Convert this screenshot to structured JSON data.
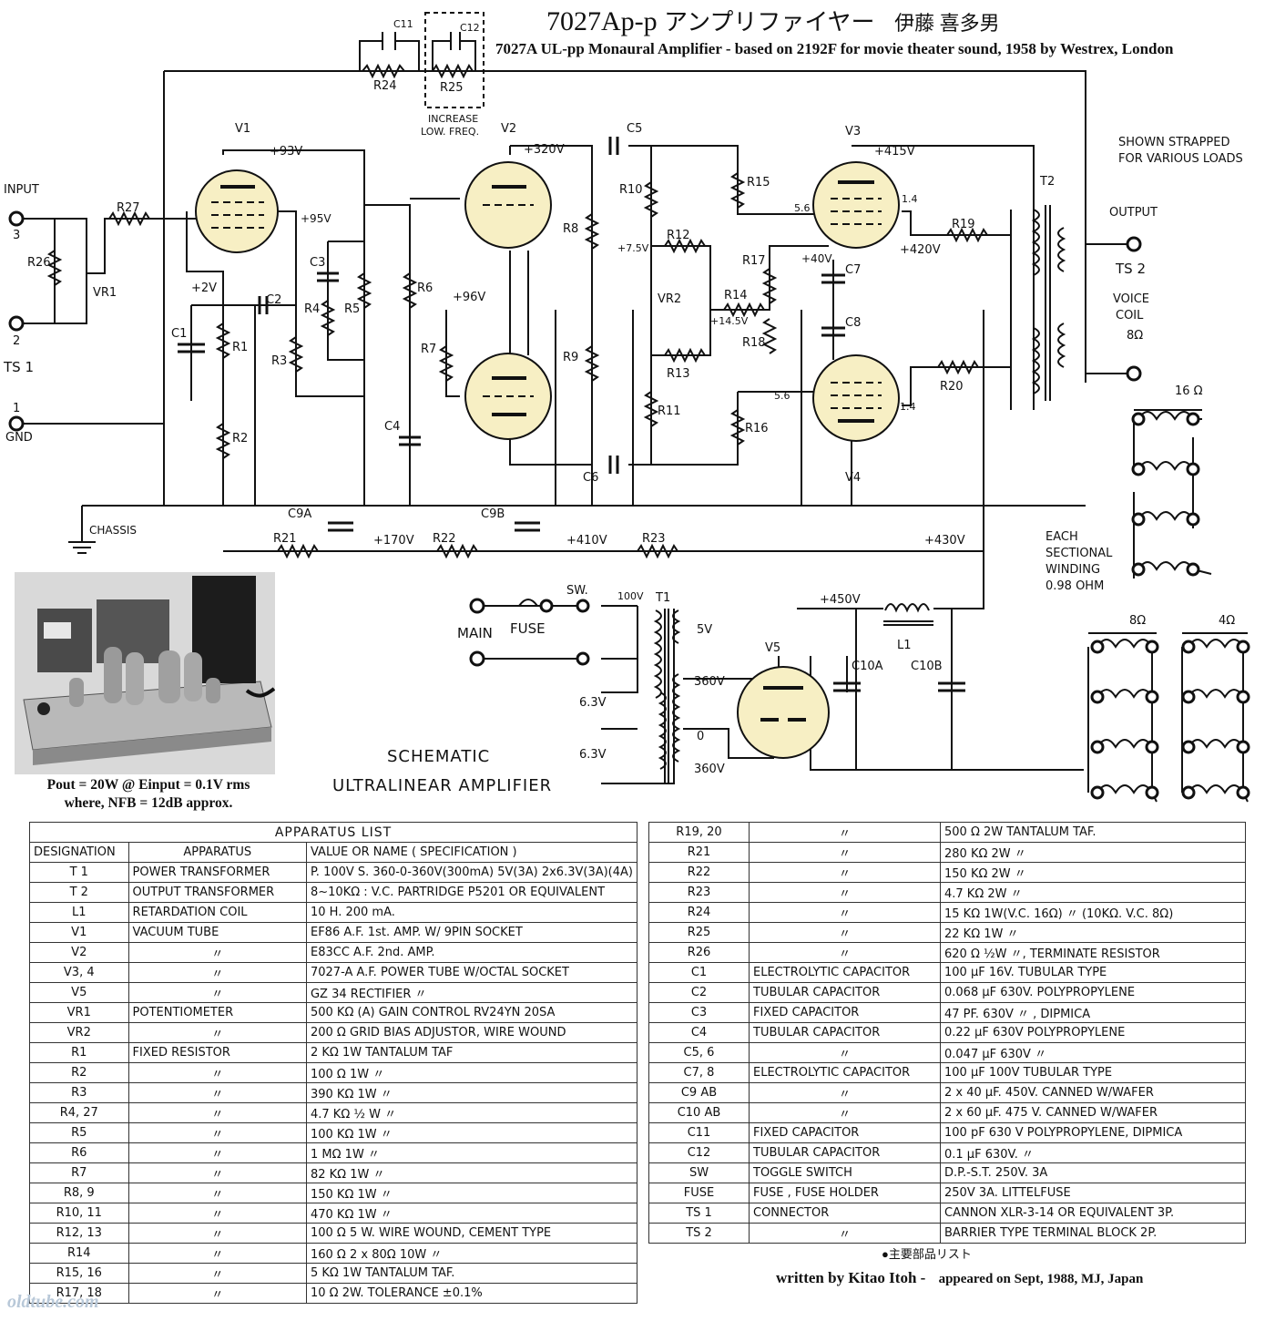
{
  "header": {
    "title": "7027Ap-p",
    "title_jp": "アンプリファイヤー",
    "author_jp": "伊藤 喜多男",
    "subtitle": "7027A UL-pp Monaural Amplifier - based on 2192F for movie theater sound, 1958 by Westrex, London"
  },
  "schematic": {
    "labels": {
      "input": "INPUT",
      "ts1": "TS 1",
      "gnd": "GND",
      "pin3": "3",
      "pin2": "2",
      "pin1": "1",
      "r26": "R26",
      "vr1": "VR1",
      "r27": "R27",
      "chassis": "CHASSIS",
      "v1": "V1",
      "v2": "V2",
      "v3": "V3",
      "v4": "V4",
      "v5": "V5",
      "plus93": "+93V",
      "plus95": "+95V",
      "plus2": "+2V",
      "plus320": "+320V",
      "plus96": "+96V",
      "plus415": "+415V",
      "plus420": "+420V",
      "plus40": "+40V",
      "plus7_5": "+7.5V",
      "plus14_5": "+14.5V",
      "plus170": "+170V",
      "plus410": "+410V",
      "plus430": "+430V",
      "plus450": "+450V",
      "c11": "C11",
      "c12": "C12",
      "r24": "R24",
      "r25": "R25",
      "increase": "INCREASE",
      "lowfreq": "LOW. FREQ.",
      "c1": "C1",
      "c2": "C2",
      "c3": "C3",
      "c4": "C4",
      "c5": "C5",
      "c6": "C6",
      "c7": "C7",
      "c8": "C8",
      "c9a": "C9A",
      "c9b": "C9B",
      "c10a": "C10A",
      "c10b": "C10B",
      "r1": "R1",
      "r2": "R2",
      "r3": "R3",
      "r4": "R4",
      "r5": "R5",
      "r6": "R6",
      "r7": "R7",
      "r8": "R8",
      "r9": "R9",
      "r10": "R10",
      "r11": "R11",
      "r12": "R12",
      "r13": "R13",
      "r14": "R14",
      "r15": "R15",
      "r16": "R16",
      "r17": "R17",
      "r18": "R18",
      "r19": "R19",
      "r20": "R20",
      "r21": "R21",
      "r22": "R22",
      "r23": "R23",
      "vr2": "VR2",
      "t2": "T2",
      "t1": "T1",
      "l1": "L1",
      "shown1": "SHOWN STRAPPED",
      "shown2": "FOR VARIOUS LOADS",
      "output": "OUTPUT",
      "ts2": "TS 2",
      "voice": "VOICE",
      "coil": "COIL",
      "ohm8": "8Ω",
      "ohm16": "16 Ω",
      "ohm8b": "8Ω",
      "ohm4": "4Ω",
      "each1": "EACH",
      "each2": "SECTIONAL",
      "each3": "WINDING",
      "each4": "0.98 OHM",
      "main": "MAIN",
      "fuse": "FUSE",
      "sw": "SW.",
      "v100": "100V",
      "v5v": "5V",
      "v360a": "360V",
      "v360b": "360V",
      "v0": "0",
      "v63a": "6.3V",
      "v63b": "6.3V",
      "p56a": "5.6",
      "p56b": "5.6",
      "p14a": "1.4",
      "p14b": "1.4"
    }
  },
  "photo": {
    "caption_line1": "Pout = 20W  @ Einput = 0.1V rms",
    "caption_line2": "where, NFB = 12dB approx."
  },
  "schematic_caption": {
    "line1": "SCHEMATIC",
    "line2": "ULTRALINEAR  AMPLIFIER"
  },
  "apparatus_list": {
    "title": "APPARATUS  LIST",
    "headers": [
      "DESIGNATION",
      "APPARATUS",
      "VALUE OR NAME    ( SPECIFICATION )"
    ],
    "left_rows": [
      [
        "T 1",
        "POWER TRANSFORMER",
        "P. 100V  S. 360-0-360V(300mA) 5V(3A) 2x6.3V(3A)(4A)"
      ],
      [
        "T 2",
        "OUTPUT TRANSFORMER",
        "8~10KΩ : V.C.  PARTRIDGE P5201 OR EQUIVALENT"
      ],
      [
        "L1",
        "RETARDATION COIL",
        "10 H.  200 mA."
      ],
      [
        "V1",
        "VACUUM  TUBE",
        "EF86      A.F. 1st. AMP.    W/ 9PIN SOCKET"
      ],
      [
        "V2",
        "〃",
        "E83CC     A.F. 2nd. AMP."
      ],
      [
        "V3, 4",
        "〃",
        "7027-A     A.F. POWER TUBE W/OCTAL  SOCKET"
      ],
      [
        "V5",
        "〃",
        "GZ 34          RECTIFIER                    〃"
      ],
      [
        "VR1",
        "POTENTIOMETER",
        "500 KΩ (A)  GAIN CONTROL  RV24YN 20SA"
      ],
      [
        "VR2",
        "〃",
        "200 Ω      GRID BIAS ADJUSTOR, WIRE WOUND"
      ],
      [
        "R1",
        "FIXED  RESISTOR",
        "2 KΩ        1W        TANTALUM    TAF"
      ],
      [
        "R2",
        "〃",
        "100 Ω        1W               〃"
      ],
      [
        "R3",
        "〃",
        "390 KΩ      1W               〃"
      ],
      [
        "R4, 27",
        "〃",
        "4.7 KΩ      ½ W              〃"
      ],
      [
        "R5",
        "〃",
        "100 KΩ      1W               〃"
      ],
      [
        "R6",
        "〃",
        "1 MΩ        1W               〃"
      ],
      [
        "R7",
        "〃",
        "82 KΩ       1W               〃"
      ],
      [
        "R8, 9",
        "〃",
        "150 KΩ      1W               〃"
      ],
      [
        "R10, 11",
        "〃",
        "470 KΩ      1W               〃"
      ],
      [
        "R12, 13",
        "〃",
        "100 Ω   5 W.   WIRE WOUND, CEMENT TYPE"
      ],
      [
        "R14",
        "〃",
        "160 Ω     2 x 80Ω  10W       〃"
      ],
      [
        "R15, 16",
        "〃",
        "5 KΩ        1W      TANTALUM    TAF."
      ],
      [
        "R17, 18",
        "〃",
        "10 Ω       2W.   TOLERANCE    ±0.1%"
      ]
    ],
    "right_rows": [
      [
        "R19, 20",
        "〃",
        "500 Ω        2W     TANTALUM    TAF."
      ],
      [
        "R21",
        "〃",
        "280 KΩ      2W              〃"
      ],
      [
        "R22",
        "〃",
        "150 KΩ      2W              〃"
      ],
      [
        "R23",
        "〃",
        "4.7 KΩ      2W              〃"
      ],
      [
        "R24",
        "〃",
        "15 KΩ    1W(V.C. 16Ω)    〃 (10KΩ. V.C. 8Ω)"
      ],
      [
        "R25",
        "〃",
        "22 KΩ       1W              〃"
      ],
      [
        "R26",
        "〃",
        "620 Ω      ½W     〃, TERMINATE RESISTOR"
      ],
      [
        "C1",
        "ELECTROLYTIC CAPACITOR",
        "100 μF   16V.       TUBULAR TYPE"
      ],
      [
        "C2",
        "TUBULAR CAPACITOR",
        "0.068 μF 630V.  POLYPROPYLENE"
      ],
      [
        "C3",
        "FIXED  CAPACITOR",
        "47 PF.     630V          〃     , DIPMICA"
      ],
      [
        "C4",
        "TUBULAR CAPACITOR",
        "0.22 μF 630V   POLYPROPYLENE"
      ],
      [
        "C5, 6",
        "〃",
        "0.047 μF 630V              〃"
      ],
      [
        "C7, 8",
        "ELECTROLYTIC CAPACITOR",
        "100 μF  100V        TUBULAR TYPE"
      ],
      [
        "C9 AB",
        "〃",
        "2 x 40 μF.    450V.    CANNED W/WAFER"
      ],
      [
        "C10 AB",
        "〃",
        "2 x 60 μF.    475 V.   CANNED W/WAFER"
      ],
      [
        "C11",
        "FIXED  CAPACITOR",
        "100 pF        630 V   POLYPROPYLENE, DIPMICA"
      ],
      [
        "C12",
        "TUBULAR  CAPACITOR",
        "0.1 μF        630V.        〃"
      ],
      [
        "SW",
        "TOGGLE SWITCH",
        "D.P.-S.T.     250V. 3A"
      ],
      [
        "FUSE",
        "FUSE ,  FUSE HOLDER",
        "250V 3A.   LITTELFUSE"
      ],
      [
        "TS 1",
        "CONNECTOR",
        "CANNON XLR-3-14  OR EQUIVALENT    3P."
      ],
      [
        "TS 2",
        "〃",
        "BARRIER TYPE TERMINAL BLOCK      2P."
      ]
    ]
  },
  "footer": {
    "parts_list_jp": "●主要部品リスト",
    "credit": "written by Kitao Itoh -",
    "publication": "appeared on Sept, 1988, MJ, Japan",
    "site": "oldtube.com"
  },
  "colors": {
    "tube_fill": "#f7efc4",
    "ink": "#111111",
    "photo_bg": "#d6d6d6"
  }
}
